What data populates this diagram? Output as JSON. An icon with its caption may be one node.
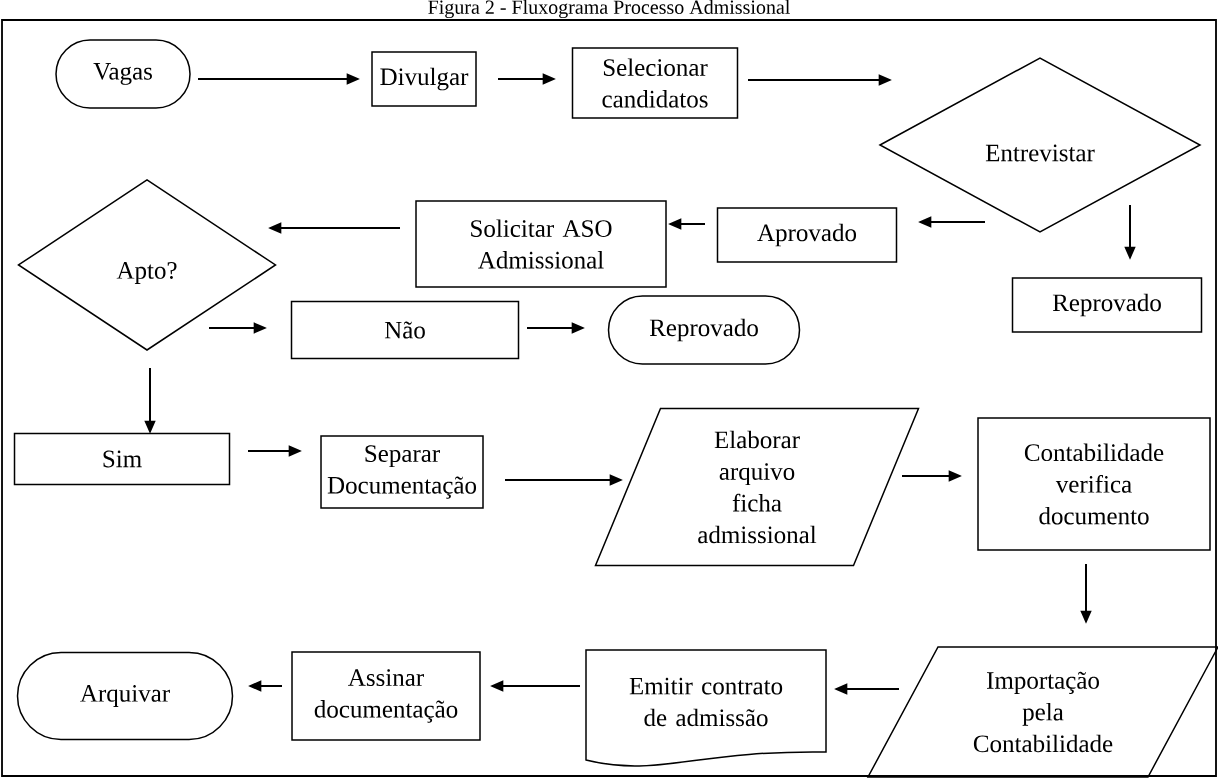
{
  "diagram": {
    "title": "Figura 2 - Fluxograma Processo Admissional",
    "nodes": [
      {
        "text": [
          "Vagas"
        ]
      },
      {
        "text": [
          "Divulgar"
        ]
      },
      {
        "text": [
          "Selecionar candidatos"
        ]
      },
      {
        "text": [
          "Entrevistar"
        ]
      },
      {
        "text": [
          "Aprovado"
        ]
      },
      {
        "text": [
          "Solicitar ASO Admissional"
        ]
      },
      {
        "text": [
          "Apto?"
        ]
      },
      {
        "text": [
          "Reprovado"
        ]
      },
      {
        "text": [
          "Não"
        ]
      },
      {
        "text": [
          "Reprovado"
        ]
      },
      {
        "text": [
          "Sim"
        ]
      },
      {
        "text": [
          "Separar Documentação"
        ]
      },
      {
        "text": [
          "Elaborar arquivo ficha admissional"
        ]
      },
      {
        "text": [
          "Contabilidade verifica documento"
        ]
      },
      {
        "text": [
          "Importação pela Contabilidade"
        ]
      },
      {
        "text": [
          "Emitir contrato de admissão"
        ]
      },
      {
        "text": [
          "Assinar documentação"
        ]
      },
      {
        "text": [
          "Arquivar"
        ]
      }
    ],
    "edges": [
      {
        "from": 0,
        "to": 1,
        "arrow": "to"
      },
      {
        "from": 1,
        "to": 2,
        "arrow": "to"
      },
      {
        "from": 2,
        "to": 3,
        "arrow": "to"
      },
      {
        "from": 3,
        "to": 4,
        "arrow": "to"
      },
      {
        "from": 3,
        "to": 7,
        "arrow": "to"
      },
      {
        "from": 4,
        "to": 5,
        "arrow": "to"
      },
      {
        "from": 5,
        "to": 6,
        "arrow": "to"
      },
      {
        "from": 6,
        "to": 8,
        "arrow": "to"
      },
      {
        "from": 8,
        "to": 9,
        "arrow": "to"
      },
      {
        "from": 6,
        "to": 10,
        "arrow": "to"
      },
      {
        "from": 10,
        "to": 11,
        "arrow": "to"
      },
      {
        "from": 11,
        "to": 12,
        "arrow": "to"
      },
      {
        "from": 12,
        "to": 13,
        "arrow": "to"
      },
      {
        "from": 13,
        "to": 14,
        "arrow": "to"
      },
      {
        "from": 14,
        "to": 15,
        "arrow": "to"
      },
      {
        "from": 15,
        "to": 16,
        "arrow": "to"
      },
      {
        "from": 16,
        "to": 17,
        "arrow": "to"
      }
    ]
  }
}
